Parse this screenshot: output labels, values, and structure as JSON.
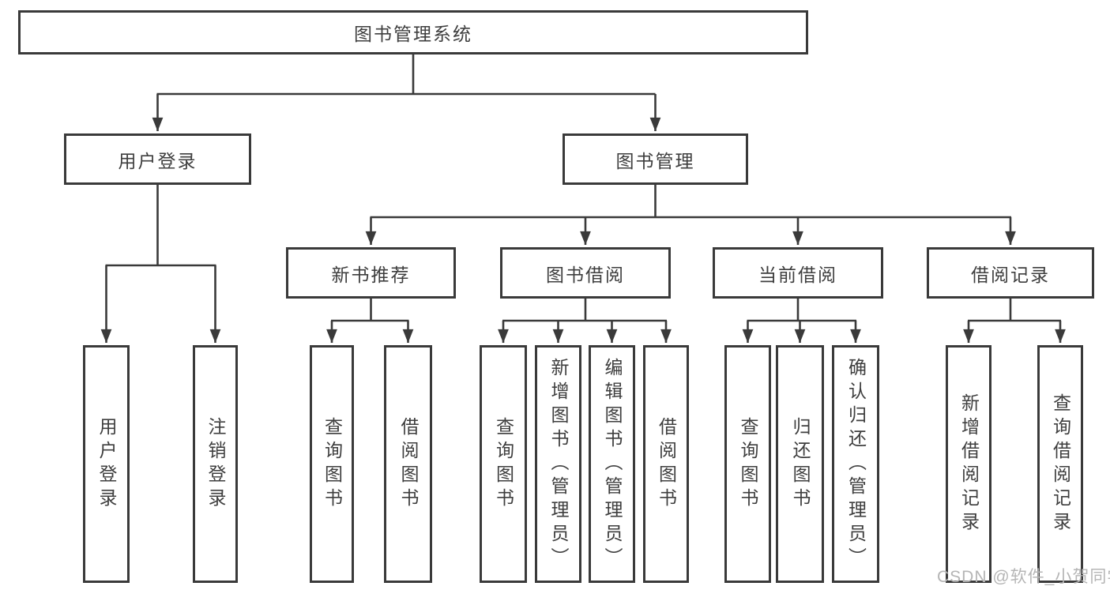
{
  "watermark": "CSDN @软件_小贺同学",
  "colors": {
    "line": "#3a3a3a",
    "text": "#3e3e3e",
    "watermark": "#b5b5b5",
    "background": "#ffffff"
  },
  "tree": {
    "label": "图书管理系统",
    "children": [
      {
        "label": "用户登录",
        "children": [
          {
            "label": "用户登录"
          },
          {
            "label": "注销登录"
          }
        ]
      },
      {
        "label": "图书管理",
        "children": [
          {
            "label": "新书推荐",
            "children": [
              {
                "label": "查询图书"
              },
              {
                "label": "借阅图书"
              }
            ]
          },
          {
            "label": "图书借阅",
            "children": [
              {
                "label": "查询图书"
              },
              {
                "label": "新增图书（管理员）"
              },
              {
                "label": "编辑图书（管理员）"
              },
              {
                "label": "借阅图书"
              }
            ]
          },
          {
            "label": "当前借阅",
            "children": [
              {
                "label": "查询图书"
              },
              {
                "label": "归还图书"
              },
              {
                "label": "确认归还（管理员）"
              }
            ]
          },
          {
            "label": "借阅记录",
            "children": [
              {
                "label": "新增借阅记录"
              },
              {
                "label": "查询借阅记录"
              }
            ]
          }
        ]
      }
    ]
  }
}
